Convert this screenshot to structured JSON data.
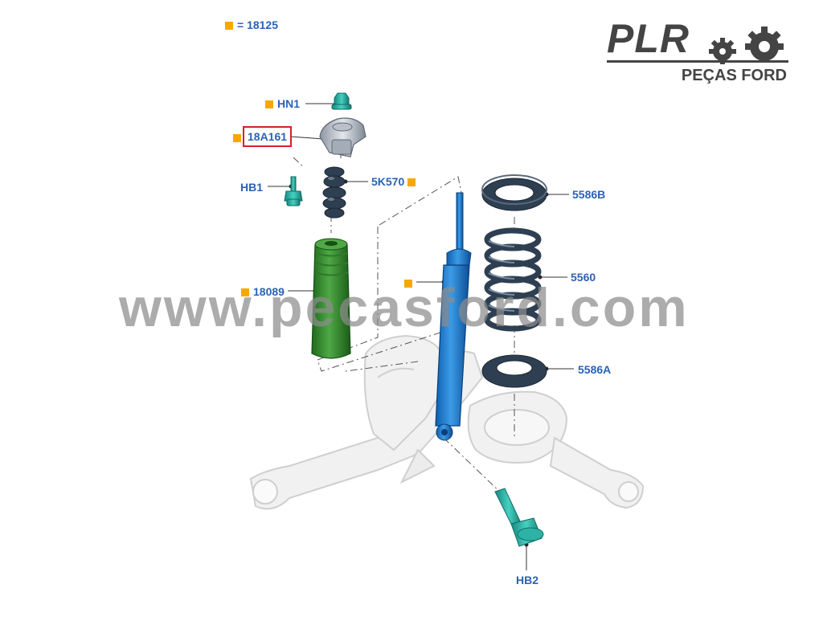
{
  "legend": {
    "text": "= 18125",
    "marker_color": "#f6a800"
  },
  "brand": {
    "name": "PLR",
    "subtitle": "PEÇAS FORD"
  },
  "watermark": "www.pecasford.com",
  "parts": [
    {
      "id": "hn1",
      "code": "HN1",
      "marker": true,
      "selected": false
    },
    {
      "id": "18a161",
      "code": "18A161",
      "marker": true,
      "selected": true
    },
    {
      "id": "hb1",
      "code": "HB1",
      "marker": false,
      "selected": false
    },
    {
      "id": "5k570",
      "code": "5K570",
      "marker": true,
      "selected": false
    },
    {
      "id": "18089",
      "code": "18089",
      "marker": true,
      "selected": false
    },
    {
      "id": "shock",
      "code": "",
      "marker": true,
      "selected": false
    },
    {
      "id": "5586b",
      "code": "5586B",
      "marker": false,
      "selected": false
    },
    {
      "id": "5560",
      "code": "5560",
      "marker": false,
      "selected": false
    },
    {
      "id": "5586a",
      "code": "5586A",
      "marker": false,
      "selected": false
    },
    {
      "id": "hb2",
      "code": "HB2",
      "marker": false,
      "selected": false
    }
  ],
  "colors": {
    "label": "#2b62b5",
    "highlight": "#d4212a",
    "shock_absorber": "#1f7fd1",
    "dust_boot": "#3d8e35",
    "rubber": "#2f3f52",
    "fastener": "#2cb3a5",
    "frame": "#dcdcdc"
  }
}
